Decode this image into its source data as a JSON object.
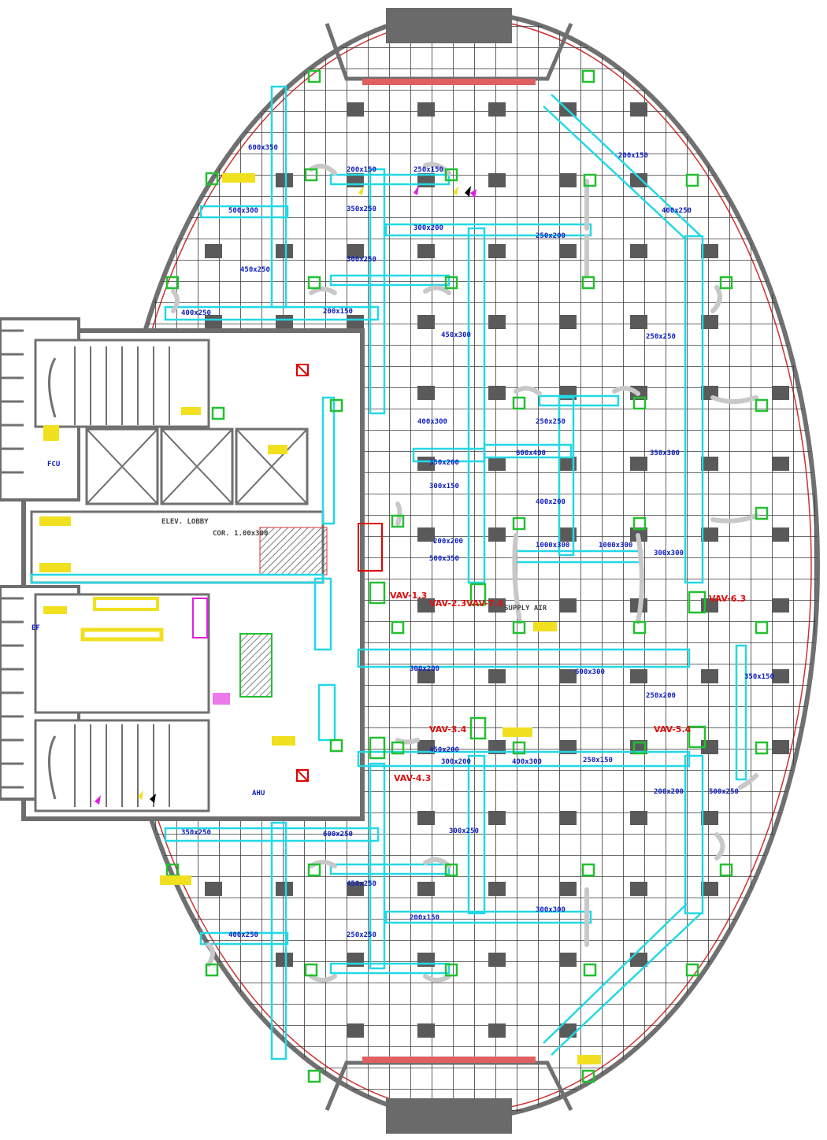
{
  "drawing": {
    "type": "HVAC ductwork floor plan",
    "colors": {
      "background": "#ffffff",
      "wall": "#707070",
      "ceiling_grid": "#3a3a3a",
      "perimeter_line": "#d03030",
      "duct": "#22d8e6",
      "duct_label": "#1020c0",
      "unit_tag": "#e01010",
      "diffuser": "#22c030",
      "light_fixture": "#5a5a5a",
      "equipment": "#f0e020",
      "fire_damper": "#e00000",
      "flex_duct": "#c8c8c8",
      "magenta": "#e020e0"
    }
  },
  "unit_tags": [
    {
      "id": "vav-1",
      "text": "VAV-1.3"
    },
    {
      "id": "vav-2",
      "text": "VAV-2.3"
    },
    {
      "id": "vav-3",
      "text": "VAV-3.4"
    },
    {
      "id": "vav-4",
      "text": "VAV-4.3"
    },
    {
      "id": "vav-5",
      "text": "VAV-5.4"
    },
    {
      "id": "vav-6",
      "text": "VAV-6.3"
    },
    {
      "id": "vav-7",
      "text": "VAV-7.4"
    }
  ],
  "duct_labels": [
    "600x350",
    "500x300",
    "450x250",
    "400x250",
    "350x250",
    "300x250",
    "300x200",
    "250x200",
    "250x150",
    "200x150",
    "200x150",
    "450x300",
    "400x300",
    "600x400",
    "350x200",
    "300x150",
    "250x250",
    "400x200",
    "200x200",
    "500x350",
    "1000x300",
    "1000x300",
    "300x300",
    "350x300",
    "250x250",
    "200x150",
    "400x250",
    "300x200",
    "600x300",
    "250x200",
    "350x150",
    "450x200",
    "300x200",
    "400x300",
    "250x150",
    "500x250",
    "200x200",
    "300x250",
    "600x250",
    "350x250",
    "450x250",
    "200x150",
    "250x250",
    "300x300",
    "400x250"
  ],
  "room_labels": [
    {
      "id": "corridor",
      "text": "COR. 1.00x300"
    },
    {
      "id": "room-a",
      "text": "ELEV. LOBBY"
    },
    {
      "id": "room-b",
      "text": "SUPPLY AIR"
    }
  ],
  "equipment_labels": [
    {
      "id": "eq-1",
      "text": "FCU"
    },
    {
      "id": "eq-2",
      "text": "EF"
    },
    {
      "id": "eq-3",
      "text": "AHU"
    }
  ]
}
